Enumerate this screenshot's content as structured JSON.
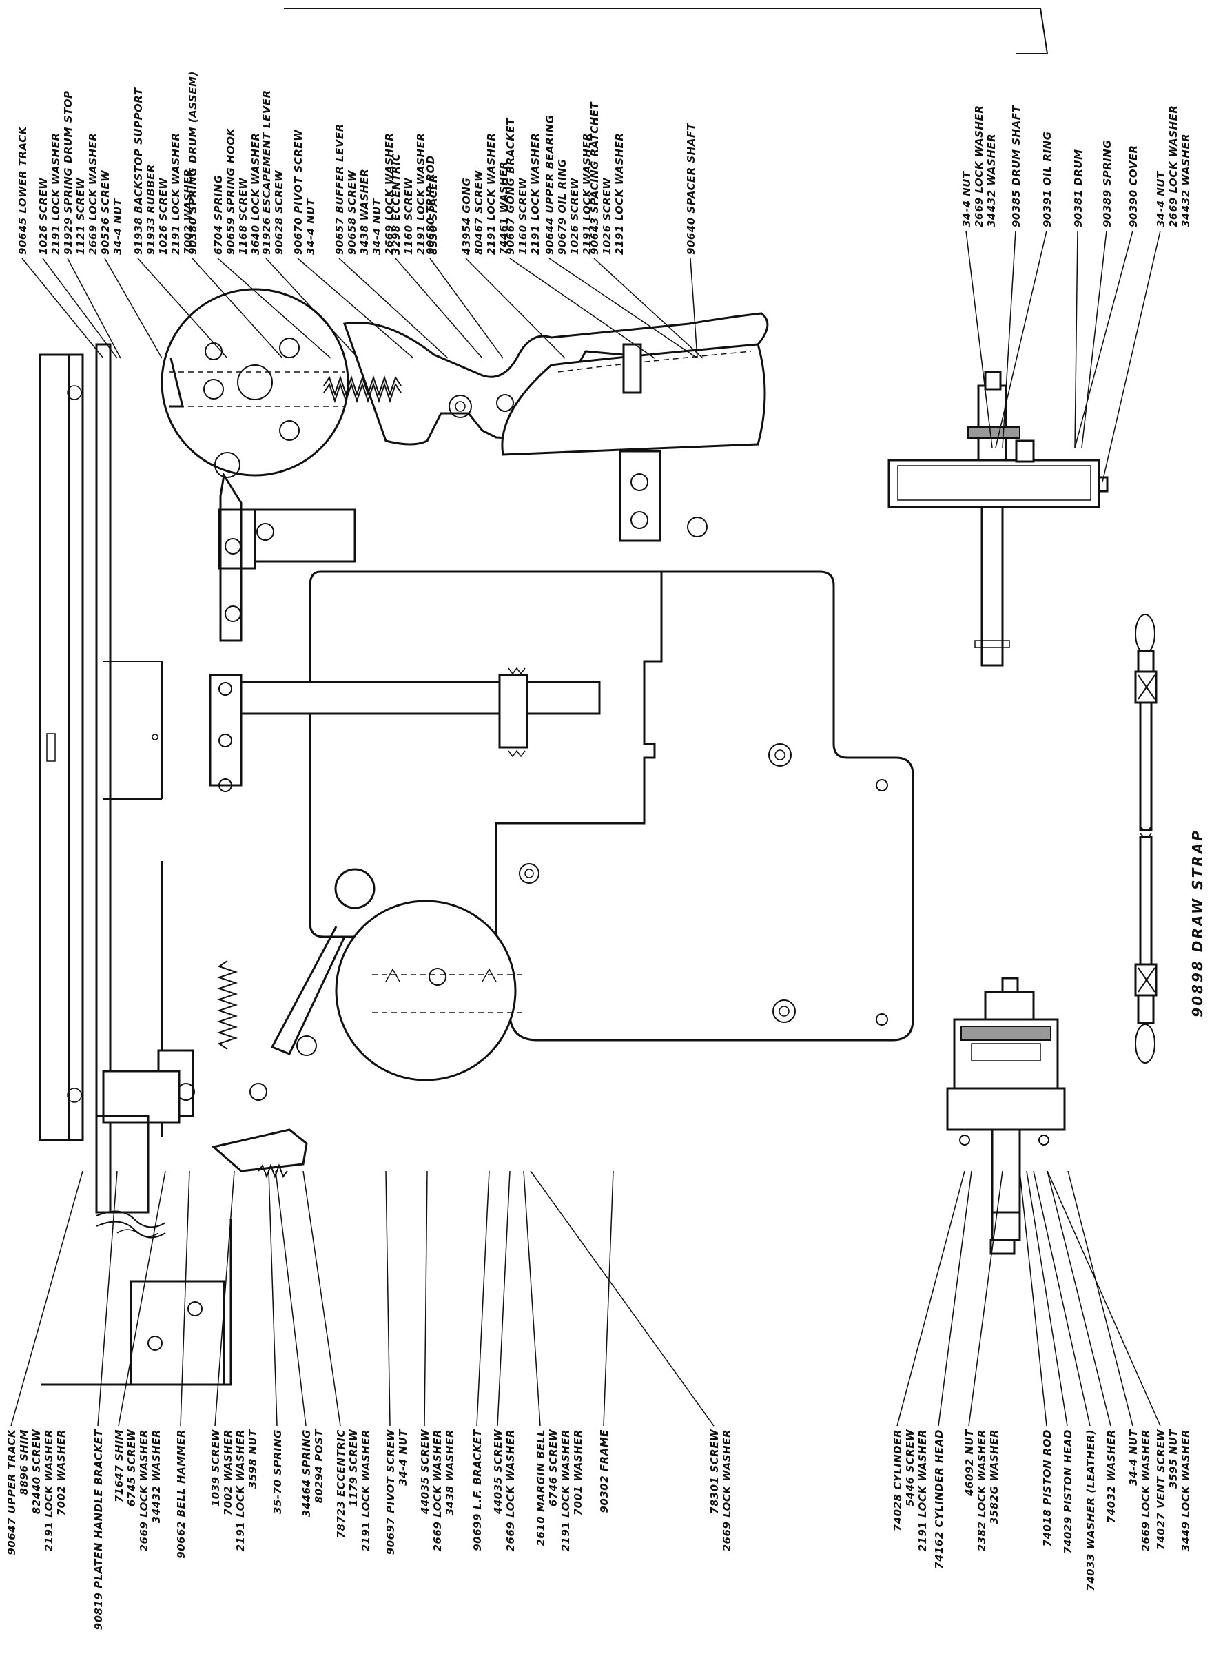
{
  "top_callouts": [
    {
      "lines": [
        "90645 LOWER TRACK"
      ]
    },
    {
      "lines": [
        "1026 SCREW",
        "2191 LOCK WASHER"
      ]
    },
    {
      "lines": [
        "91929 SPRING DRUM STOP",
        "1121 SCREW",
        "2669 LOCK WASHER"
      ]
    },
    {
      "lines": [
        "90526 SCREW",
        "34-4 NUT"
      ]
    },
    {
      "lines": [
        "91938 BACKSTOP SUPPORT",
        "91933 RUBBER",
        "1026 SCREW",
        "2191 LOCK WASHER",
        "7002 WASHER"
      ]
    },
    {
      "lines": [
        "90380 SPRING DRUM (ASSEM)"
      ]
    },
    {
      "lines": [
        "6704 SPRING",
        "90659 SPRING HOOK",
        "1168 SCREW",
        "3640 LOCK WASHER"
      ]
    },
    {
      "lines": [
        "91926 ESCAPEMENT LEVER",
        "90628 SCREW"
      ]
    },
    {
      "lines": [
        "90670 PIVOT SCREW",
        "34-4 NUT"
      ]
    },
    {
      "lines": [
        "90657 BUFFER LEVER",
        "90658 SCREW",
        "3438 WASHER",
        "34-4 NUT",
        "2669 LOCK WASHER"
      ]
    },
    {
      "lines": [
        "3298 ECCENTRIC",
        "1160 SCREW",
        "2191 LOCK WASHER",
        "8330 SPACER"
      ]
    },
    {
      "lines": [
        "90680 TRIP ROD"
      ]
    },
    {
      "lines": [
        "43954 GONG",
        "80467 SCREW",
        "2191 LOCK WASHER",
        "74461 WASHER"
      ]
    },
    {
      "lines": [
        "90667 GONG BRACKET",
        "1160 SCREW",
        "2191 LOCK WASHER"
      ]
    },
    {
      "lines": [
        "90644 UPPER BEARING",
        "90679 OIL RING",
        "1026 SCREW",
        "2191 LOCK WASHER"
      ]
    },
    {
      "lines": [
        "90643 SPACING RATCHET",
        "1026 SCREW",
        "2191 LOCK WASHER"
      ]
    },
    {
      "lines": [
        "90640 SPACER SHAFT"
      ]
    }
  ],
  "drum_callouts": [
    {
      "lines": [
        "34-4 NUT",
        "2669 LOCK WASHER",
        "34432 WASHER"
      ]
    },
    {
      "lines": [
        "90385 DRUM SHAFT"
      ]
    },
    {
      "lines": [
        "90391 OIL RING"
      ]
    },
    {
      "lines": [
        "90381 DRUM"
      ]
    },
    {
      "lines": [
        "90389 SPRING"
      ]
    },
    {
      "lines": [
        "90390 COVER"
      ]
    }
  ],
  "right_top_callout": {
    "lines": [
      "34-4 NUT",
      "2669 LOCK WASHER",
      "34432 WASHER"
    ]
  },
  "bottom_callouts": [
    {
      "lines": [
        "90647 UPPER TRACK",
        "8896 SHIM",
        "82440 SCREW",
        "2191 LOCK WASHER",
        "7002 WASHER"
      ]
    },
    {
      "lines": [
        "90819 PLATEN HANDLE BRACKET"
      ]
    },
    {
      "lines": [
        "71647 SHIM",
        "6745 SCREW",
        "2669 LOCK WASHER",
        "34432 WASHER"
      ]
    },
    {
      "lines": [
        "90662 BELL HAMMER"
      ]
    },
    {
      "lines": [
        "1039 SCREW",
        "7002 WASHER",
        "2191 LOCK WASHER",
        "3598 NUT"
      ]
    },
    {
      "lines": [
        "35-70 SPRING"
      ]
    },
    {
      "lines": [
        "34464 SPRING",
        "80294 POST"
      ]
    },
    {
      "lines": [
        "78723 ECCENTRIC",
        "1179 SCREW",
        "2191 LOCK WASHER"
      ]
    },
    {
      "lines": [
        "90697 PIVOT SCREW",
        "34-4 NUT"
      ]
    },
    {
      "lines": [
        "44035 SCREW",
        "2669 LOCK WASHER",
        "3438 WASHER"
      ]
    },
    {
      "lines": [
        "90699 L.F. BRACKET"
      ]
    },
    {
      "lines": [
        "44035 SCREW",
        "2669 LOCK WASHER"
      ]
    },
    {
      "lines": [
        "2610 MARGIN BELL",
        "6746 SCREW",
        "2191 LOCK WASHER",
        "7001 WASHER"
      ]
    },
    {
      "lines": [
        "90302 FRAME"
      ]
    },
    {
      "lines": [
        "78301 SCREW",
        "2669 LOCK WASHER"
      ]
    },
    {
      "lines": [
        "74028 CYLINDER",
        "5446 SCREW",
        "2191 LOCK WASHER"
      ]
    },
    {
      "lines": [
        "74162 CYLINDER HEAD"
      ]
    },
    {
      "lines": [
        "46092 NUT",
        "2382 LOCK WASHER",
        "3582G WASHER"
      ]
    },
    {
      "lines": [
        "74018 PISTON ROD"
      ]
    },
    {
      "lines": [
        "74029 PISTON HEAD"
      ]
    },
    {
      "lines": [
        "74033 WASHER (LEATHER)"
      ]
    },
    {
      "lines": [
        "74032 WASHER"
      ]
    },
    {
      "lines": [
        "34-4 NUT",
        "2669 LOCK WASHER"
      ]
    },
    {
      "lines": [
        "74027 VENT SCREW",
        "3595 NUT",
        "3449 LOCK WASHER"
      ]
    }
  ],
  "draw_strap_label": "90898   DRAW STRAP"
}
